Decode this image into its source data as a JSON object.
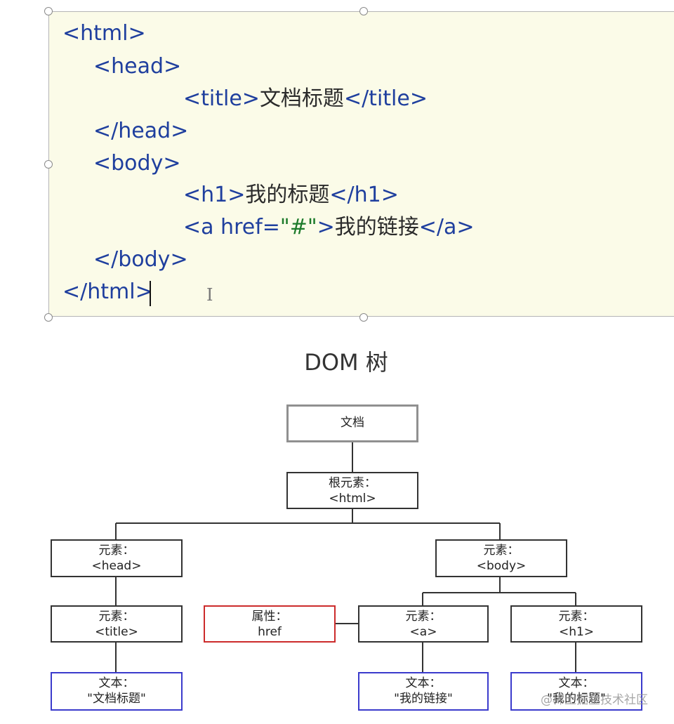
{
  "code": {
    "lines": [
      {
        "parts": [
          {
            "cls": "tag",
            "text": "<html>"
          }
        ]
      },
      {
        "parts": [
          {
            "cls": "tag",
            "text": "<head>"
          }
        ]
      },
      {
        "parts": [
          {
            "cls": "tag",
            "text": "<title>"
          },
          {
            "cls": "txt",
            "text": "文档标题"
          },
          {
            "cls": "tag",
            "text": "</title>"
          }
        ]
      },
      {
        "parts": [
          {
            "cls": "tag",
            "text": "</head>"
          }
        ]
      },
      {
        "parts": [
          {
            "cls": "tag",
            "text": "<body>"
          }
        ]
      },
      {
        "parts": [
          {
            "cls": "tag",
            "text": "<h1>"
          },
          {
            "cls": "txt",
            "text": "我的标题"
          },
          {
            "cls": "tag",
            "text": "</h1>"
          }
        ]
      },
      {
        "parts": [
          {
            "cls": "tag",
            "text": "<a href="
          },
          {
            "cls": "str",
            "text": "\"#\""
          },
          {
            "cls": "tag",
            "text": ">"
          },
          {
            "cls": "txt",
            "text": "我的链接"
          },
          {
            "cls": "tag",
            "text": "</a>"
          }
        ]
      },
      {
        "parts": [
          {
            "cls": "tag",
            "text": "</body>"
          }
        ]
      },
      {
        "parts": [
          {
            "cls": "tag",
            "text": "</html>"
          }
        ]
      }
    ]
  },
  "dom_title": "DOM 树",
  "tree": {
    "document": {
      "label": "文档"
    },
    "root": {
      "label": "根元素：",
      "value": "<html>"
    },
    "head": {
      "label": "元素：",
      "value": "<head>"
    },
    "body": {
      "label": "元素：",
      "value": "<body>"
    },
    "title": {
      "label": "元素：",
      "value": "<title>"
    },
    "attr": {
      "label": "属性：",
      "value": "href"
    },
    "a": {
      "label": "元素：",
      "value": "<a>"
    },
    "h1": {
      "label": "元素：",
      "value": "<h1>"
    },
    "text_title": {
      "label": "文本：",
      "value": "\"文档标题\""
    },
    "text_a": {
      "label": "文本：",
      "value": "\"我的链接\""
    },
    "text_h1": {
      "label": "文本：",
      "value": "\"我的标题\""
    }
  },
  "watermark": "@稀土掘金技术社区",
  "colors": {
    "code_bg": "#fbfbe8",
    "tag": "#1f3f9e",
    "string": "#1c7a2a",
    "attr_border": "#cc2b2b",
    "text_border": "#3b3bcc"
  }
}
